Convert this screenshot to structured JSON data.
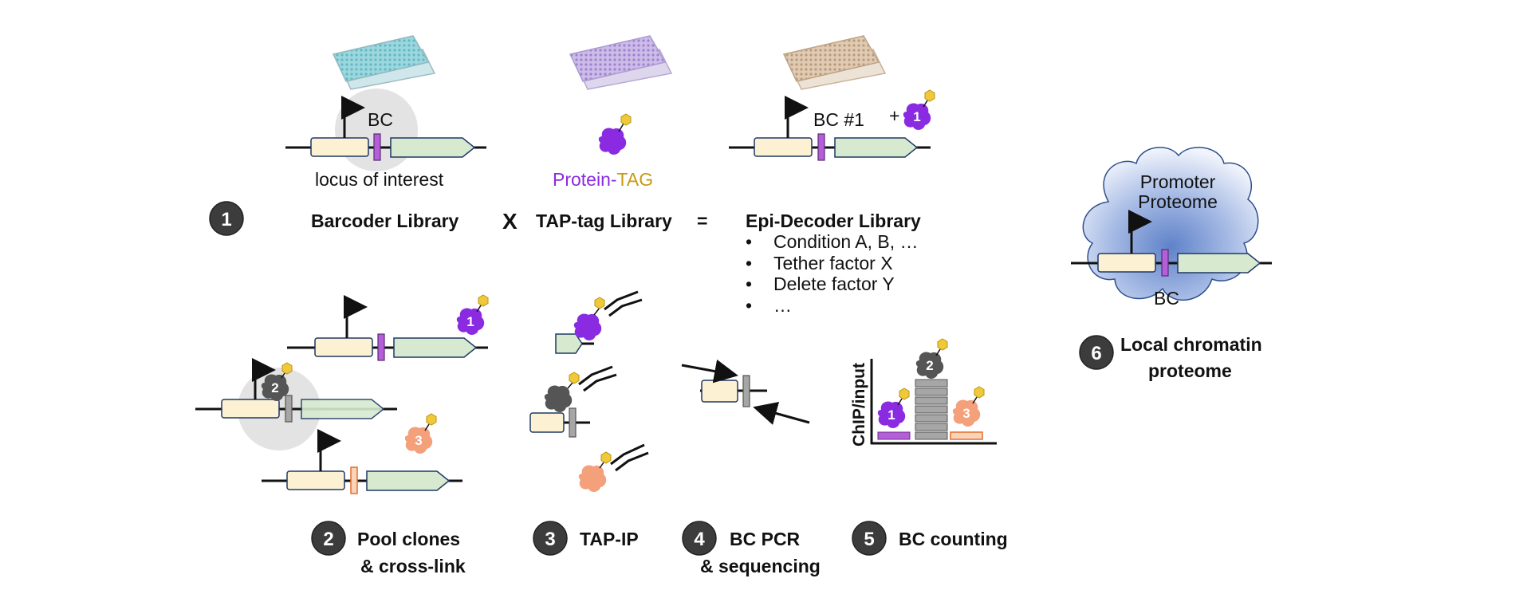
{
  "colors": {
    "construct_fill": "#fdf1d4",
    "construct_stroke": "#1f3864",
    "gene_fill": "#d7ead0",
    "bc_purple": "#b45fd9",
    "protein_purple": "#8a2be2",
    "tag_yellow": "#f0c93a",
    "protein_gray": "#555555",
    "protein_orange": "#f4a07a",
    "step_circle": "#3c3c3c",
    "plate_teal": "#9dd7de",
    "plate_lavender": "#c6b3e3",
    "plate_tan": "#d8c1a6",
    "cloud_blue": "#9bb3e0"
  },
  "step1": {
    "number": "1",
    "bc_label": "BC",
    "locus_label": "locus of interest",
    "protein_word": "Protein-",
    "tag_word": "TAG",
    "bc1_label": "BC #1",
    "plus": "+",
    "barcoder_library": "Barcoder Library",
    "times_symbol": "X",
    "tap_tag_library": "TAP-tag Library",
    "equals_symbol": "=",
    "epi_decoder_library": "Epi-Decoder Library",
    "bullets": [
      "Condition A, B, …",
      "Tether factor X",
      "Delete factor Y",
      "…"
    ],
    "bullet_char": "•"
  },
  "proteins": {
    "p1": "1",
    "p2": "2",
    "p3": "3"
  },
  "steps": [
    {
      "number": "2",
      "line1": "Pool clones",
      "line2": "& cross-link"
    },
    {
      "number": "3",
      "line1": "TAP-IP",
      "line2": ""
    },
    {
      "number": "4",
      "line1": "BC PCR",
      "line2": "& sequencing"
    },
    {
      "number": "5",
      "line1": "BC counting",
      "line2": ""
    },
    {
      "number": "6",
      "line1": "Local chromatin",
      "line2": "proteome"
    }
  ],
  "step5_chart": {
    "ylabel": "ChIP/input"
  },
  "step6": {
    "cloud_line1": "Promoter",
    "cloud_line2": "Proteome",
    "bc_label": "BC"
  }
}
